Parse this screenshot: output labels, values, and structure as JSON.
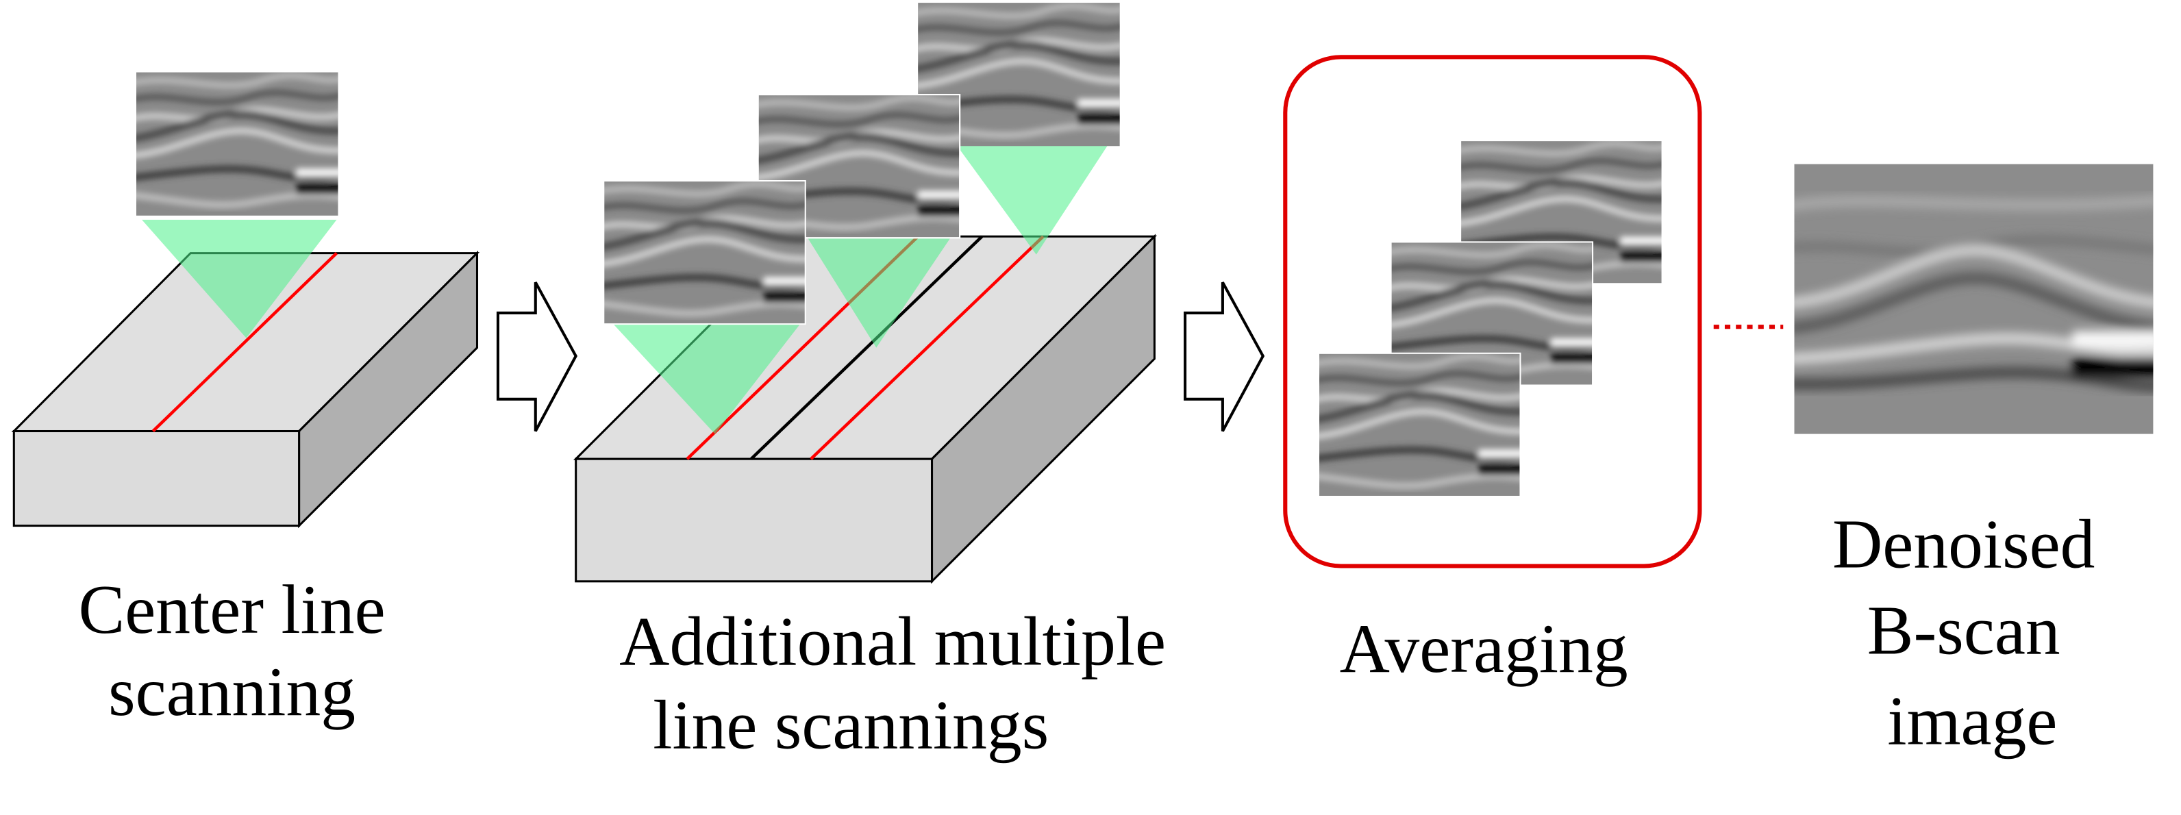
{
  "labels": {
    "center_line_1": "Center line",
    "center_line_2": "scanning",
    "additional_1": "Additional multiple",
    "additional_2": "line scannings",
    "averaging": "Averaging",
    "denoised_1": "Denoised",
    "denoised_2": "B-scan",
    "denoised_3": "image"
  },
  "colors": {
    "scan_line": "#ff0000",
    "beam": "#4cf08a",
    "block_top": "#e0e0e0",
    "block_side": "#b0b0b0",
    "averaging_frame": "#e00000"
  }
}
